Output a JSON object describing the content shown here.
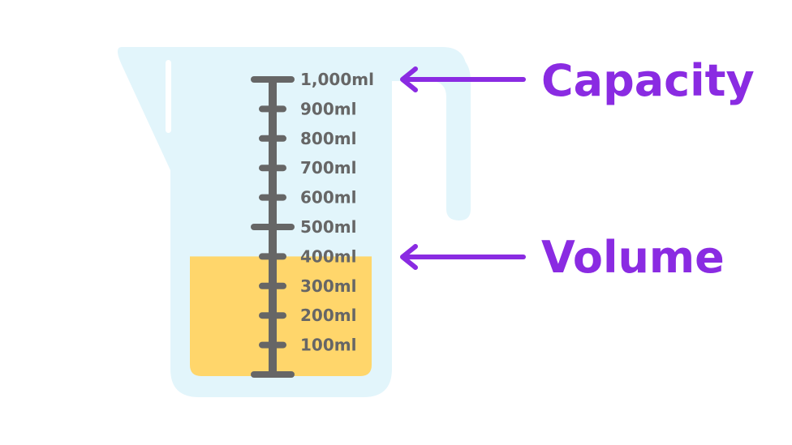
{
  "labels": {
    "capacity": "Capacity",
    "volume": "Volume"
  },
  "scale": {
    "marks": [
      "1,000ml",
      "900ml",
      "800ml",
      "700ml",
      "600ml",
      "500ml",
      "400ml",
      "300ml",
      "200ml",
      "100ml"
    ]
  },
  "liquid_level_ml": 400,
  "max_ml": 1000,
  "colors": {
    "jug": "#e2f5fb",
    "liquid": "#ffd66b",
    "scale": "#666666",
    "accent": "#8a2be2",
    "background": "#ffffff"
  }
}
